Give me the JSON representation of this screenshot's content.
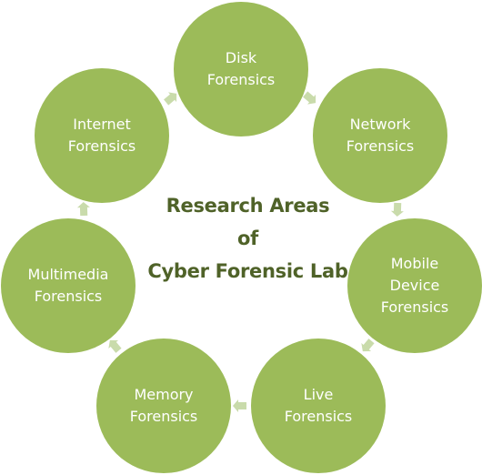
{
  "colors": {
    "node_fill": "#9cbb59",
    "connector_fill": "#c9dbab",
    "node_text": "#ffffff",
    "center_text": "#4f6228",
    "background": "#ffffff"
  },
  "center_title": {
    "text": "Research Areas\nof\nCyber Forensic Lab"
  },
  "nodes": [
    {
      "id": "disk",
      "label": "Disk\nForensics"
    },
    {
      "id": "network",
      "label": "Network\nForensics"
    },
    {
      "id": "mobile-device",
      "label": "Mobile\nDevice\nForensics"
    },
    {
      "id": "live",
      "label": "Live\nForensics"
    },
    {
      "id": "memory",
      "label": "Memory\nForensics"
    },
    {
      "id": "multimedia",
      "label": "Multimedia\nForensics"
    },
    {
      "id": "internet",
      "label": "Internet\nForensics"
    }
  ]
}
